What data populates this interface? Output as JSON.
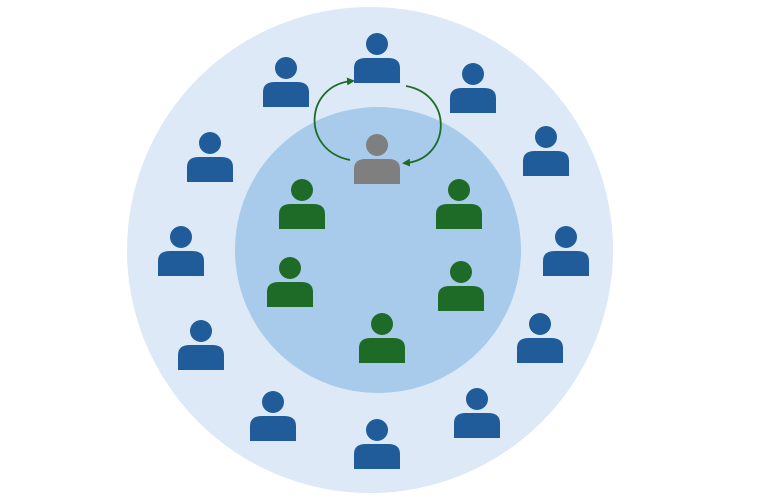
{
  "colors": {
    "outer_circle": "#dde9f6",
    "inner_circle": "#a8cbeb",
    "outer_person": "#1f5c99",
    "inner_person": "#1e6b27",
    "center_person": "#7f7f7f",
    "arrow": "#1e6b27"
  },
  "icons": {
    "person": "person-icon",
    "arrow": "cycle-arrow-icon"
  },
  "groups": [
    {
      "role": "outer",
      "count": 12
    },
    {
      "role": "inner",
      "count": 5
    },
    {
      "role": "center",
      "count": 1
    }
  ]
}
